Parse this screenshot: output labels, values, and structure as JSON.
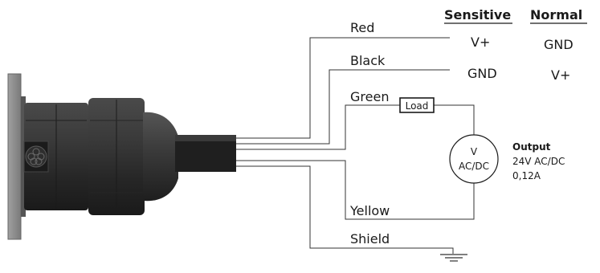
{
  "wires": {
    "red": "Red",
    "black": "Black",
    "green": "Green",
    "yellow": "Yellow",
    "shield": "Shield"
  },
  "table": {
    "sensitive_header": "Sensitive",
    "normal_header": "Normal",
    "rows": [
      {
        "sensitive": "V+",
        "normal": "GND"
      },
      {
        "sensitive": "GND",
        "normal": "V+"
      }
    ]
  },
  "load": {
    "label": "Load"
  },
  "meter": {
    "line1": "V",
    "line2": "AC/DC"
  },
  "output": {
    "title": "Output",
    "voltage": "24V AC/DC",
    "current": "0,12A"
  },
  "colors": {
    "wire": "#333333",
    "connector_dark": "#2b2b2b",
    "flange": "#8a8a8a",
    "cable": "#1f1f1f"
  }
}
